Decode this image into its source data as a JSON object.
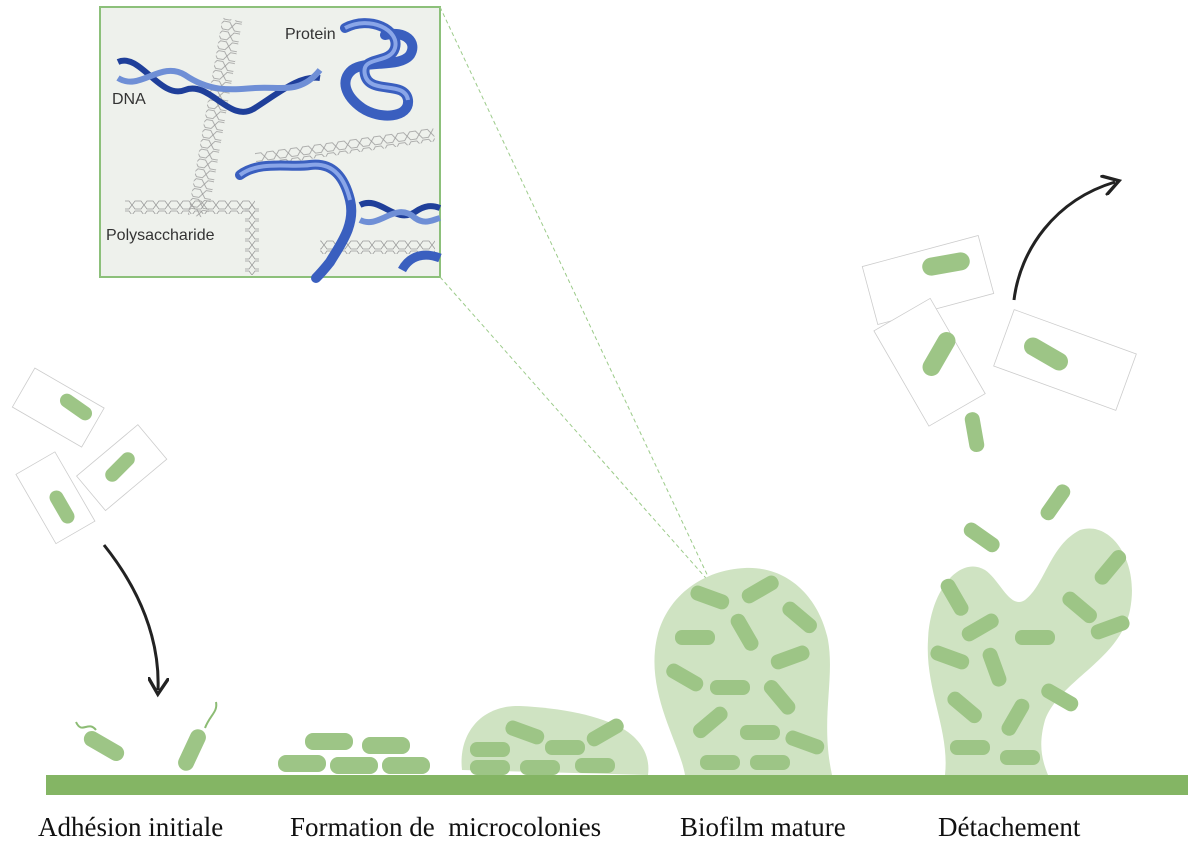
{
  "inset": {
    "labels": {
      "protein": "Protein",
      "dna": "DNA",
      "polysaccharide": "Polysaccharide"
    }
  },
  "stages": [
    {
      "label": "Adhésion initiale"
    },
    {
      "label": "Formation de  microcolonies"
    },
    {
      "label": "Biofilm mature"
    },
    {
      "label": "Détachement"
    }
  ],
  "colors": {
    "bacteria": "#9dc586",
    "bacteria_dark": "#7fb066",
    "substrate": "#84b564",
    "matrix": "#cfe3c2",
    "inset_border": "#8cc07a",
    "inset_bg": "#eef1ec",
    "dna_dark": "#1f3f9a",
    "dna_light": "#6f8fd6",
    "protein": "#3a5fbf",
    "arrow": "#222222"
  }
}
